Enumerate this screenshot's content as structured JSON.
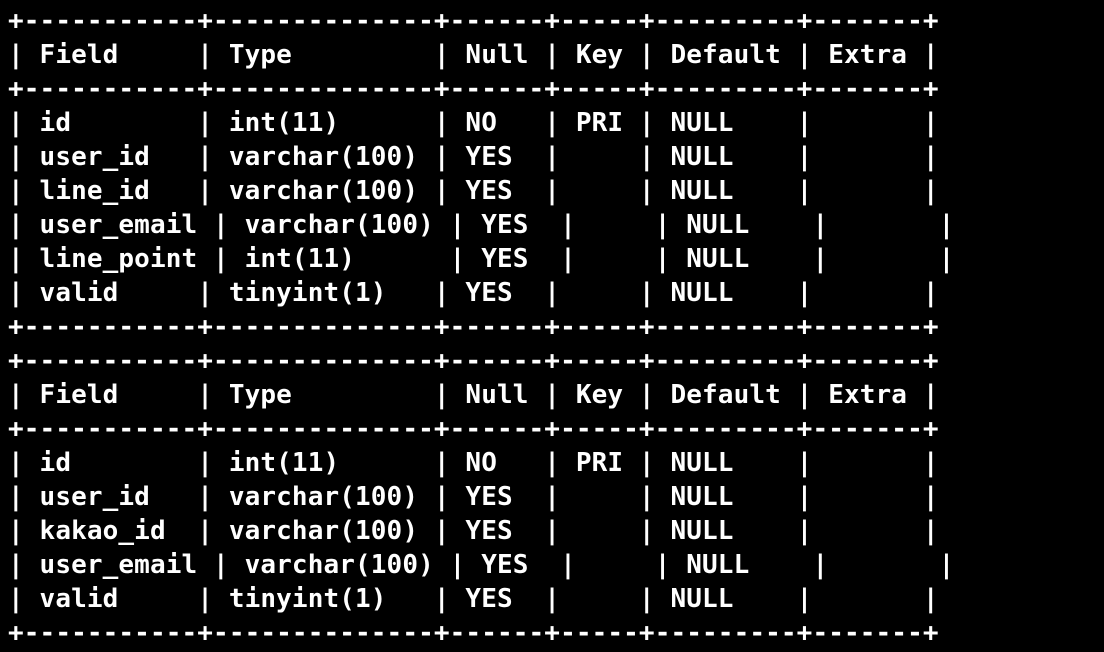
{
  "terminal": {
    "lines": [
      "+-----------+--------------+------+-----+---------+-------+",
      "| Field     | Type         | Null | Key | Default | Extra |",
      "+-----------+--------------+------+-----+---------+-------+",
      "| id        | int(11)      | NO   | PRI | NULL    |       |",
      "| user_id   | varchar(100) | YES  |     | NULL    |       |",
      "| line_id   | varchar(100) | YES  |     | NULL    |       |",
      "| user_email | varchar(100) | YES  |     | NULL    |       |",
      "| line_point | int(11)      | YES  |     | NULL    |       |",
      "| valid     | tinyint(1)   | YES  |     | NULL    |       |",
      "+-----------+--------------+------+-----+---------+-------+",
      "+-----------+--------------+------+-----+---------+-------+",
      "| Field     | Type         | Null | Key | Default | Extra |",
      "+-----------+--------------+------+-----+---------+-------+",
      "| id        | int(11)      | NO   | PRI | NULL    |       |",
      "| user_id   | varchar(100) | YES  |     | NULL    |       |",
      "| kakao_id  | varchar(100) | YES  |     | NULL    |       |",
      "| user_email | varchar(100) | YES  |     | NULL    |       |",
      "| valid     | tinyint(1)   | YES  |     | NULL    |       |",
      "+-----------+--------------+------+-----+---------+-------+"
    ]
  }
}
